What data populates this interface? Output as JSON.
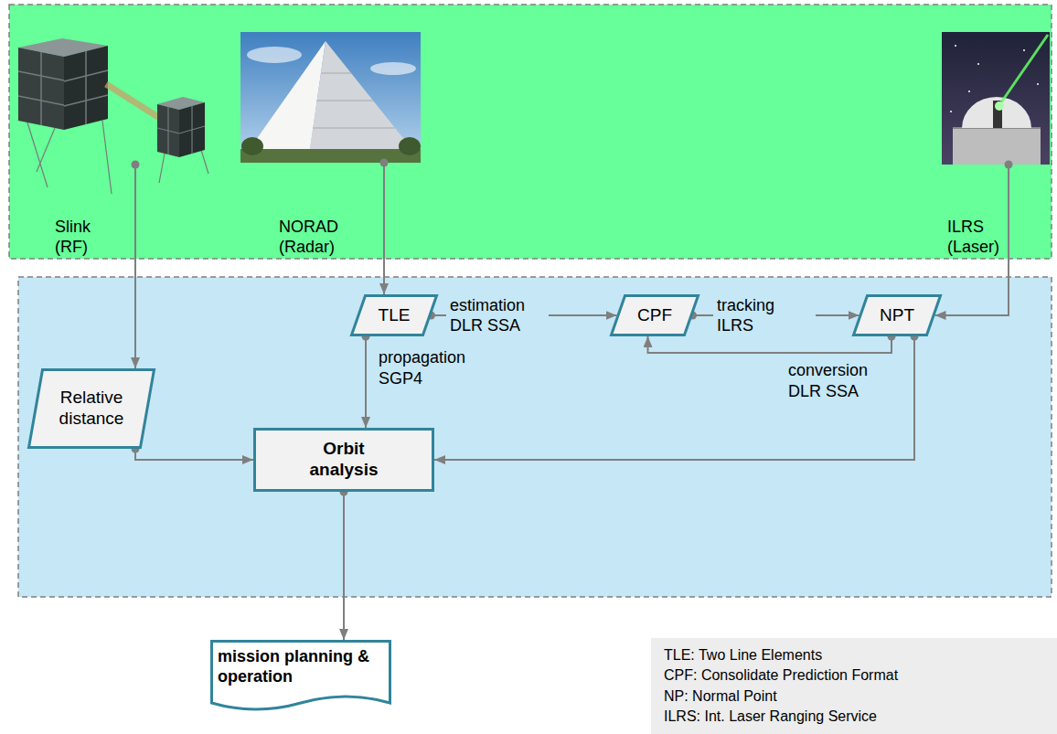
{
  "diagram": {
    "nodes": [
      {
        "text": [
          "Slink (RF)"
        ]
      },
      {
        "text": [
          "NORAD (Radar)"
        ]
      },
      {
        "text": [
          "ILRS (Laser)"
        ]
      },
      {
        "text": [
          "TLE"
        ]
      },
      {
        "text": [
          "CPF"
        ]
      },
      {
        "text": [
          "NPT"
        ]
      },
      {
        "text": [
          "Relative distance"
        ]
      },
      {
        "text": [
          "Orbit analysis"
        ]
      },
      {
        "text": [
          "mission planning & operation"
        ]
      },
      {
        "text": [
          "TLE: Two Line Elements",
          "CPF: Consolidate Prediction Format",
          "NP: Normal Point",
          "ILRS: Int. Laser Ranging Service"
        ]
      }
    ],
    "edges": [
      {
        "from": 0,
        "to": 6,
        "arrow": "to"
      },
      {
        "from": 1,
        "to": 3,
        "arrow": "to"
      },
      {
        "from": 2,
        "to": 5,
        "arrow": "to"
      },
      {
        "from": 3,
        "to": 4,
        "label": "estimation DLR SSA",
        "arrow": "to"
      },
      {
        "from": 4,
        "to": 5,
        "label": "tracking ILRS",
        "arrow": "to"
      },
      {
        "from": 5,
        "to": 4,
        "label": "conversion DLR SSA",
        "arrow": "to"
      },
      {
        "from": 3,
        "to": 7,
        "label": "propagation SGP4",
        "arrow": "to"
      },
      {
        "from": 6,
        "to": 7,
        "arrow": "to"
      },
      {
        "from": 5,
        "to": 7,
        "arrow": "to"
      },
      {
        "from": 7,
        "to": 8,
        "arrow": "to"
      }
    ]
  }
}
